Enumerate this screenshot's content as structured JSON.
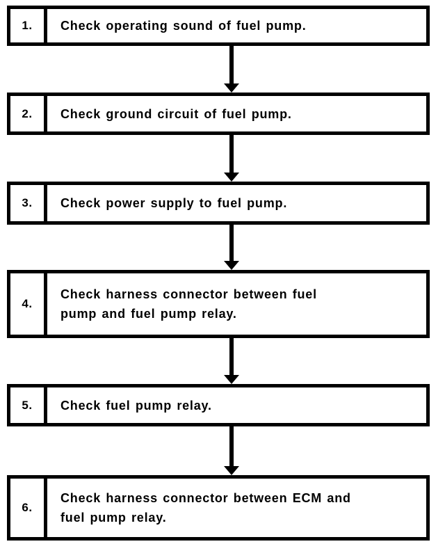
{
  "colors": {
    "ink": "#000000",
    "paper": "#ffffff"
  },
  "flowchart": {
    "type": "vertical-step-flowchart",
    "connector_glyph": "down-arrow",
    "steps": [
      {
        "num": "1.",
        "text": "Check operating sound of fuel pump."
      },
      {
        "num": "2.",
        "text": "Check ground circuit of fuel pump."
      },
      {
        "num": "3.",
        "text": "Check power supply to fuel pump."
      },
      {
        "num": "4.",
        "text": "Check harness connector between fuel\npump and fuel pump relay."
      },
      {
        "num": "5.",
        "text": "Check fuel pump relay."
      },
      {
        "num": "6.",
        "text": "Check harness connector between ECM and\nfuel pump relay."
      }
    ]
  }
}
